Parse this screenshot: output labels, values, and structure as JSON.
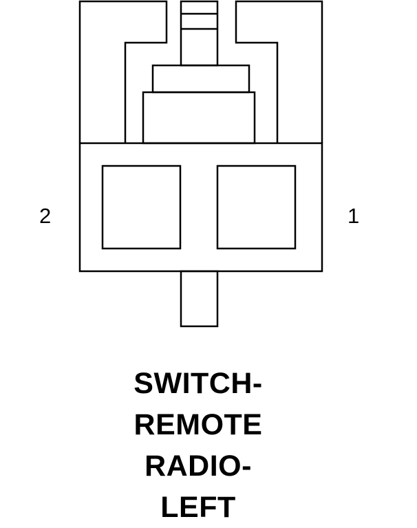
{
  "connector": {
    "pin_labels": {
      "left": "2",
      "right": "1"
    }
  },
  "title": {
    "lines": [
      "SWITCH-",
      "REMOTE",
      "RADIO-",
      "LEFT"
    ]
  },
  "colors": {
    "stroke": "#000000",
    "background": "#ffffff"
  }
}
